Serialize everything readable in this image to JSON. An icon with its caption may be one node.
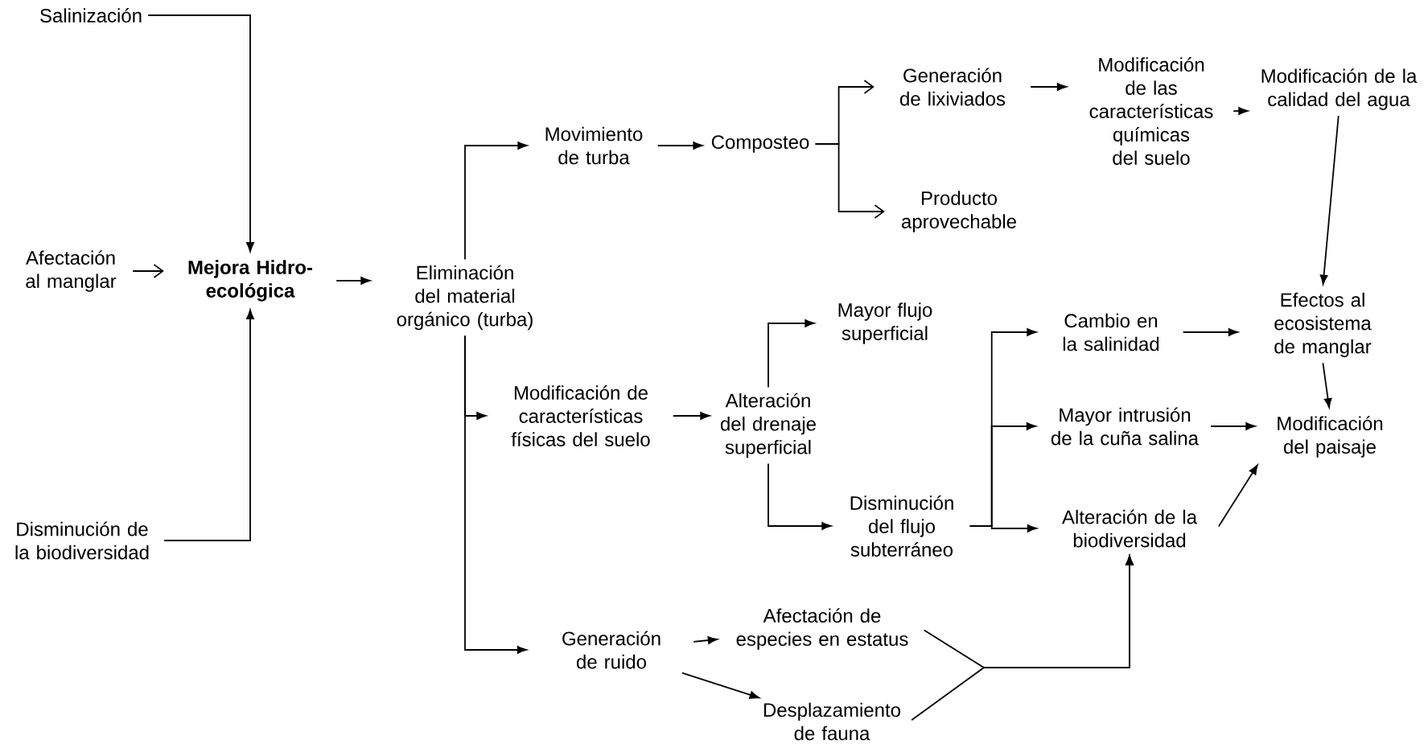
{
  "diagram": {
    "nodes": [
      {
        "text": [
          "Salinización"
        ]
      },
      {
        "text": [
          "Afectación al manglar"
        ]
      },
      {
        "text": [
          "Mejora Hidro-ecológica"
        ]
      },
      {
        "text": [
          "Eliminación del material orgánico (turba)"
        ]
      },
      {
        "text": [
          "Movimiento de turba"
        ]
      },
      {
        "text": [
          "Composteo"
        ]
      },
      {
        "text": [
          "Generación de lixiviados"
        ]
      },
      {
        "text": [
          "Producto aprovechable"
        ]
      },
      {
        "text": [
          "Modificación de las características químicas del suelo"
        ]
      },
      {
        "text": [
          "Modificación de la calidad del agua"
        ]
      },
      {
        "text": [
          "Modificación de características físicas del suelo"
        ]
      },
      {
        "text": [
          "Alteración del drenaje superficial"
        ]
      },
      {
        "text": [
          "Mayor flujo superficial"
        ]
      },
      {
        "text": [
          "Disminución del flujo subterráneo"
        ]
      },
      {
        "text": [
          "Cambio en la salinidad"
        ]
      },
      {
        "text": [
          "Mayor intrusión de la cuña salina"
        ]
      },
      {
        "text": [
          "Alteración de la biodiversidad"
        ]
      },
      {
        "text": [
          "Efectos al ecosistema de manglar"
        ]
      },
      {
        "text": [
          "Modificación del paisaje"
        ]
      },
      {
        "text": [
          "Generación de ruido"
        ]
      },
      {
        "text": [
          "Afectación de especies en estatus"
        ]
      },
      {
        "text": [
          "Desplazamiento de fauna"
        ]
      },
      {
        "text": [
          "Disminución de la biodiversidad"
        ]
      }
    ],
    "edges": [
      {
        "from": 0,
        "to": 2,
        "arrow": "to"
      },
      {
        "from": 1,
        "to": 2,
        "arrow": "to"
      },
      {
        "from": 22,
        "to": 2,
        "arrow": "to"
      },
      {
        "from": 2,
        "to": 3,
        "arrow": "to"
      },
      {
        "from": 3,
        "to": 4,
        "arrow": "to"
      },
      {
        "from": 3,
        "to": 10,
        "arrow": "to"
      },
      {
        "from": 3,
        "to": 19,
        "arrow": "to"
      },
      {
        "from": 4,
        "to": 5,
        "arrow": "to"
      },
      {
        "from": 5,
        "to": 6,
        "arrow": "to"
      },
      {
        "from": 5,
        "to": 7,
        "arrow": "to"
      },
      {
        "from": 6,
        "to": 8,
        "arrow": "to"
      },
      {
        "from": 8,
        "to": 9,
        "arrow": "to"
      },
      {
        "from": 9,
        "to": 17,
        "arrow": "to"
      },
      {
        "from": 10,
        "to": 11,
        "arrow": "to"
      },
      {
        "from": 11,
        "to": 12,
        "arrow": "to"
      },
      {
        "from": 11,
        "to": 13,
        "arrow": "to"
      },
      {
        "from": 13,
        "to": 14,
        "arrow": "to"
      },
      {
        "from": 13,
        "to": 15,
        "arrow": "to"
      },
      {
        "from": 13,
        "to": 16,
        "arrow": "to"
      },
      {
        "from": 14,
        "to": 17,
        "arrow": "to"
      },
      {
        "from": 15,
        "to": 18,
        "arrow": "to"
      },
      {
        "from": 17,
        "to": 18,
        "arrow": "to"
      },
      {
        "from": 16,
        "to": 18,
        "arrow": "to"
      },
      {
        "from": 19,
        "to": 20,
        "arrow": "to"
      },
      {
        "from": 19,
        "to": 21,
        "arrow": "to"
      },
      {
        "from": 20,
        "to": 16,
        "arrow": "to"
      },
      {
        "from": 21,
        "to": 16,
        "arrow": "to"
      }
    ]
  }
}
